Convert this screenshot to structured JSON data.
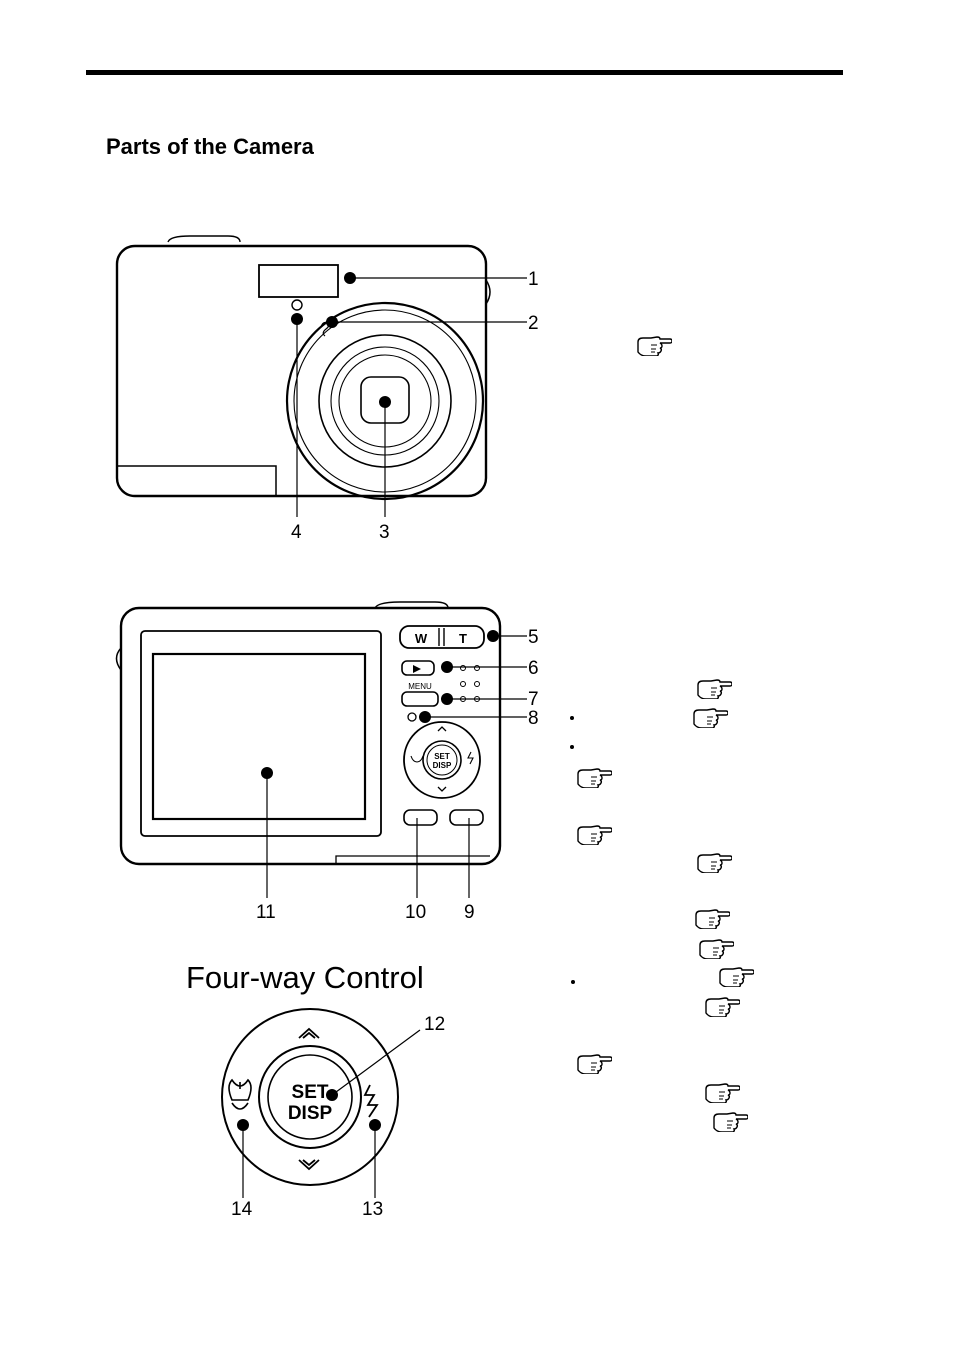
{
  "page": {
    "heading": "Parts of the Camera"
  },
  "front_view": {
    "callouts": [
      "1",
      "2",
      "3",
      "4"
    ]
  },
  "back_view": {
    "callouts": [
      "5",
      "6",
      "7",
      "8",
      "9",
      "10",
      "11"
    ],
    "zoom_wide_label": "W",
    "zoom_tele_label": "T",
    "menu_label": "MENU",
    "set_label": "SET",
    "disp_label": "DISP"
  },
  "four_way": {
    "title": "Four-way Control",
    "set_label": "SET",
    "disp_label": "DISP",
    "callouts": [
      "12",
      "13",
      "14"
    ]
  },
  "icons": {
    "reference": "pointing-hand-icon",
    "playback": "playback-icon",
    "macro": "macro-flower-icon",
    "flash": "flash-bolt-icon",
    "up": "chevron-up-icon",
    "down": "chevron-down-icon"
  }
}
